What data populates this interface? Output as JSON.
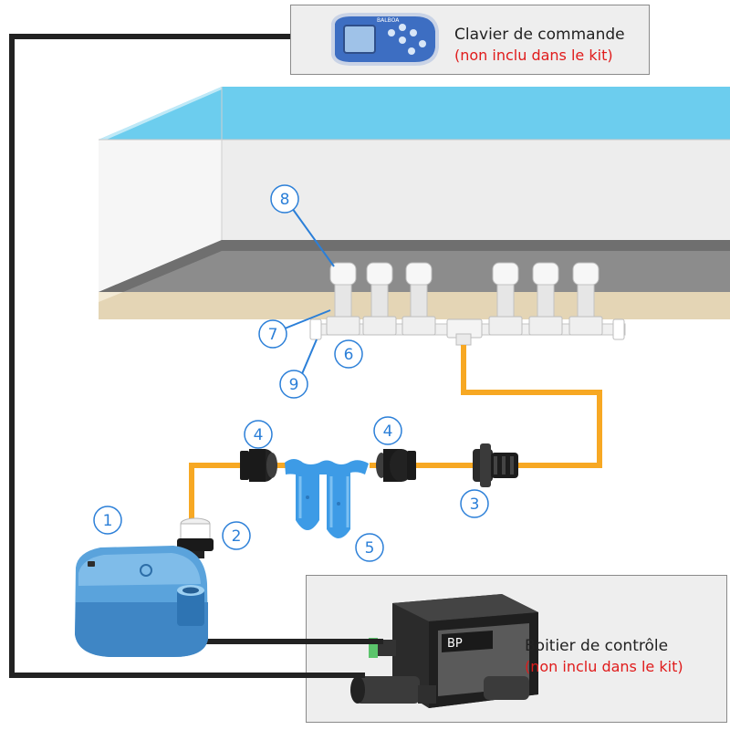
{
  "keypad_box": {
    "title": "Clavier de commande",
    "note": "(non inclu dans le kit)",
    "device_brand": "BALBOA"
  },
  "control_box": {
    "title": "Boitier de contrôle",
    "note": "(non inclu dans le kit)",
    "device_label": "BP"
  },
  "components": [
    {
      "number": "1",
      "icon": "air-blower-icon"
    },
    {
      "number": "2",
      "icon": "check-valve-icon"
    },
    {
      "number": "3",
      "icon": "union-connector-icon"
    },
    {
      "number": "4",
      "icon": "hose-adapter-icon"
    },
    {
      "number": "4",
      "icon": "hose-adapter-icon"
    },
    {
      "number": "5",
      "icon": "hartford-loop-icon"
    },
    {
      "number": "6",
      "icon": "manifold-icon"
    },
    {
      "number": "7",
      "icon": "air-injector-body-icon"
    },
    {
      "number": "8",
      "icon": "air-injector-cap-icon"
    },
    {
      "number": "9",
      "icon": "end-cap-icon"
    }
  ],
  "colors": {
    "water": "#6ccdee",
    "hose": "#f7a823",
    "cable": "#222222",
    "callout": "#2b7fd8",
    "note": "#e01b1b",
    "blower": "#5aa3dc",
    "loop": "#3d9be6"
  }
}
